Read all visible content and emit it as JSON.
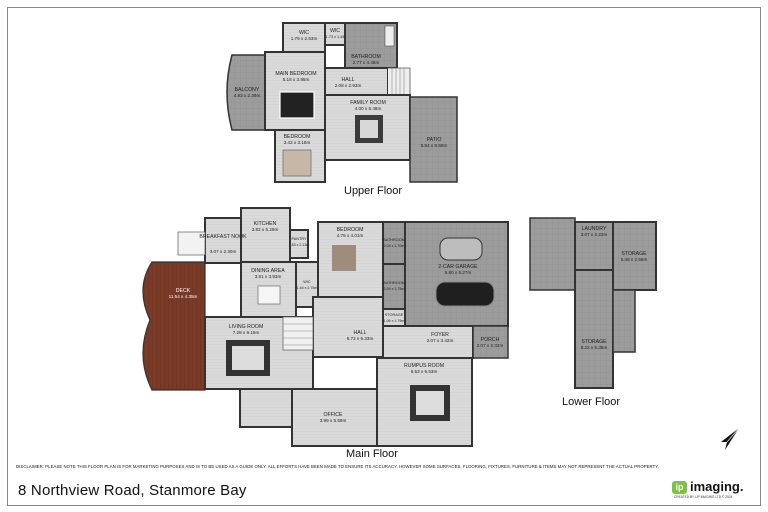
{
  "floors": {
    "upper": "Upper Floor",
    "main": "Main Floor",
    "lower": "Lower Floor"
  },
  "rooms": {
    "wic1": {
      "name": "WIC",
      "dim": "1.79 x 2.63m"
    },
    "wic2": {
      "name": "WIC",
      "dim": "1.73 x 1.44"
    },
    "bathroom_up": {
      "name": "BATHROOM",
      "dim": "2.77 x 4.48m"
    },
    "main_bedroom": {
      "name": "MAIN BEDROOM",
      "dim": "5.18 x 3.95m"
    },
    "hall_up": {
      "name": "HALL",
      "dim": "2.08 x 2.93m"
    },
    "balcony": {
      "name": "BALCONY",
      "dim": "4.93 x 2.39m"
    },
    "family_room": {
      "name": "FAMILY ROOM",
      "dim": "4.00 x 5.48m"
    },
    "bedroom_up": {
      "name": "BEDROOM",
      "dim": "3.42 x 3.18m"
    },
    "patio": {
      "name": "PATIO",
      "dim": "5.54 x 8.69m"
    },
    "kitchen": {
      "name": "KITCHEN",
      "dim": "3.82 x 5.29m"
    },
    "breakfast": {
      "name": "BREAKFAST NOOK",
      "dim": "3.07 x 2.30m"
    },
    "pantry": {
      "name": "PANTRY",
      "dim": "1.83 x 2.13m"
    },
    "bedroom_main": {
      "name": "BEDROOM",
      "dim": "4.75 x 4.01m"
    },
    "bathroom_top": {
      "name": "BATHROOM",
      "dim": "2.04 x 1.70m"
    },
    "garage": {
      "name": "2-CAR GARAGE",
      "dim": "6.80 x 6.27m"
    },
    "dining": {
      "name": "DINING AREA",
      "dim": "3.51 x 3.93m"
    },
    "deck": {
      "name": "DECK",
      "dim": "11.54 x 4.35m"
    },
    "wic_main": {
      "name": "WIC",
      "dim": "1.44 x 2.75m"
    },
    "bathroom_mid": {
      "name": "BATHROOM",
      "dim": "2.04 x 1.75m"
    },
    "storage_main": {
      "name": "STORAGE",
      "dim": "1.06 x 1.79m"
    },
    "living": {
      "name": "LIVING ROOM",
      "dim": "7.28 x 9.15m"
    },
    "hall_main": {
      "name": "HALL",
      "dim": "5.72 x 5.33m"
    },
    "foyer": {
      "name": "FOYER",
      "dim": "2.07 x 3.42m"
    },
    "porch": {
      "name": "PORCH",
      "dim": "2.07 x 2.32m"
    },
    "rumpus": {
      "name": "RUMPUS ROOM",
      "dim": "5.53 x 5.53m"
    },
    "office": {
      "name": "OFFICE",
      "dim": "3.99 x 5.59m"
    },
    "laundry": {
      "name": "LAUNDRY",
      "dim": "3.07 x 2.23m"
    },
    "storage_low1": {
      "name": "STORAGE",
      "dim": "5.48 x 2.55m"
    },
    "storage_low2": {
      "name": "STORAGE",
      "dim": "8.22 x 5.35m"
    }
  },
  "disclaimer": "DISCLAIMER: PLEASE NOTE THIS FLOOR PLAN IS FOR MARKETING PURPOSES AND IS TO BE USED AS A GUIDE ONLY. ALL EFFORTS HAVE BEEN MADE TO ENSURE ITS ACCURACY, HOWEVER SOME SURFACES, FLOORING, FIXTURES, FURNITURE & ITEMS MAY NOT REPRESENT THE ACTUAL PROPERTY.",
  "address": "8 Northview Road, Stanmore Bay",
  "logo": {
    "mark": "ip",
    "name": "imaging.",
    "tagline": "CREATED BY LIP IMAGING LTD © 2024"
  },
  "colors": {
    "wall": "#333333",
    "floor_tile": "#9a9a9a",
    "floor_wood": "#d8d8d8",
    "deck_wood": "#7a3a28",
    "logo_green": "#7cc242"
  },
  "icons": {
    "compass": "north-arrow-icon"
  }
}
